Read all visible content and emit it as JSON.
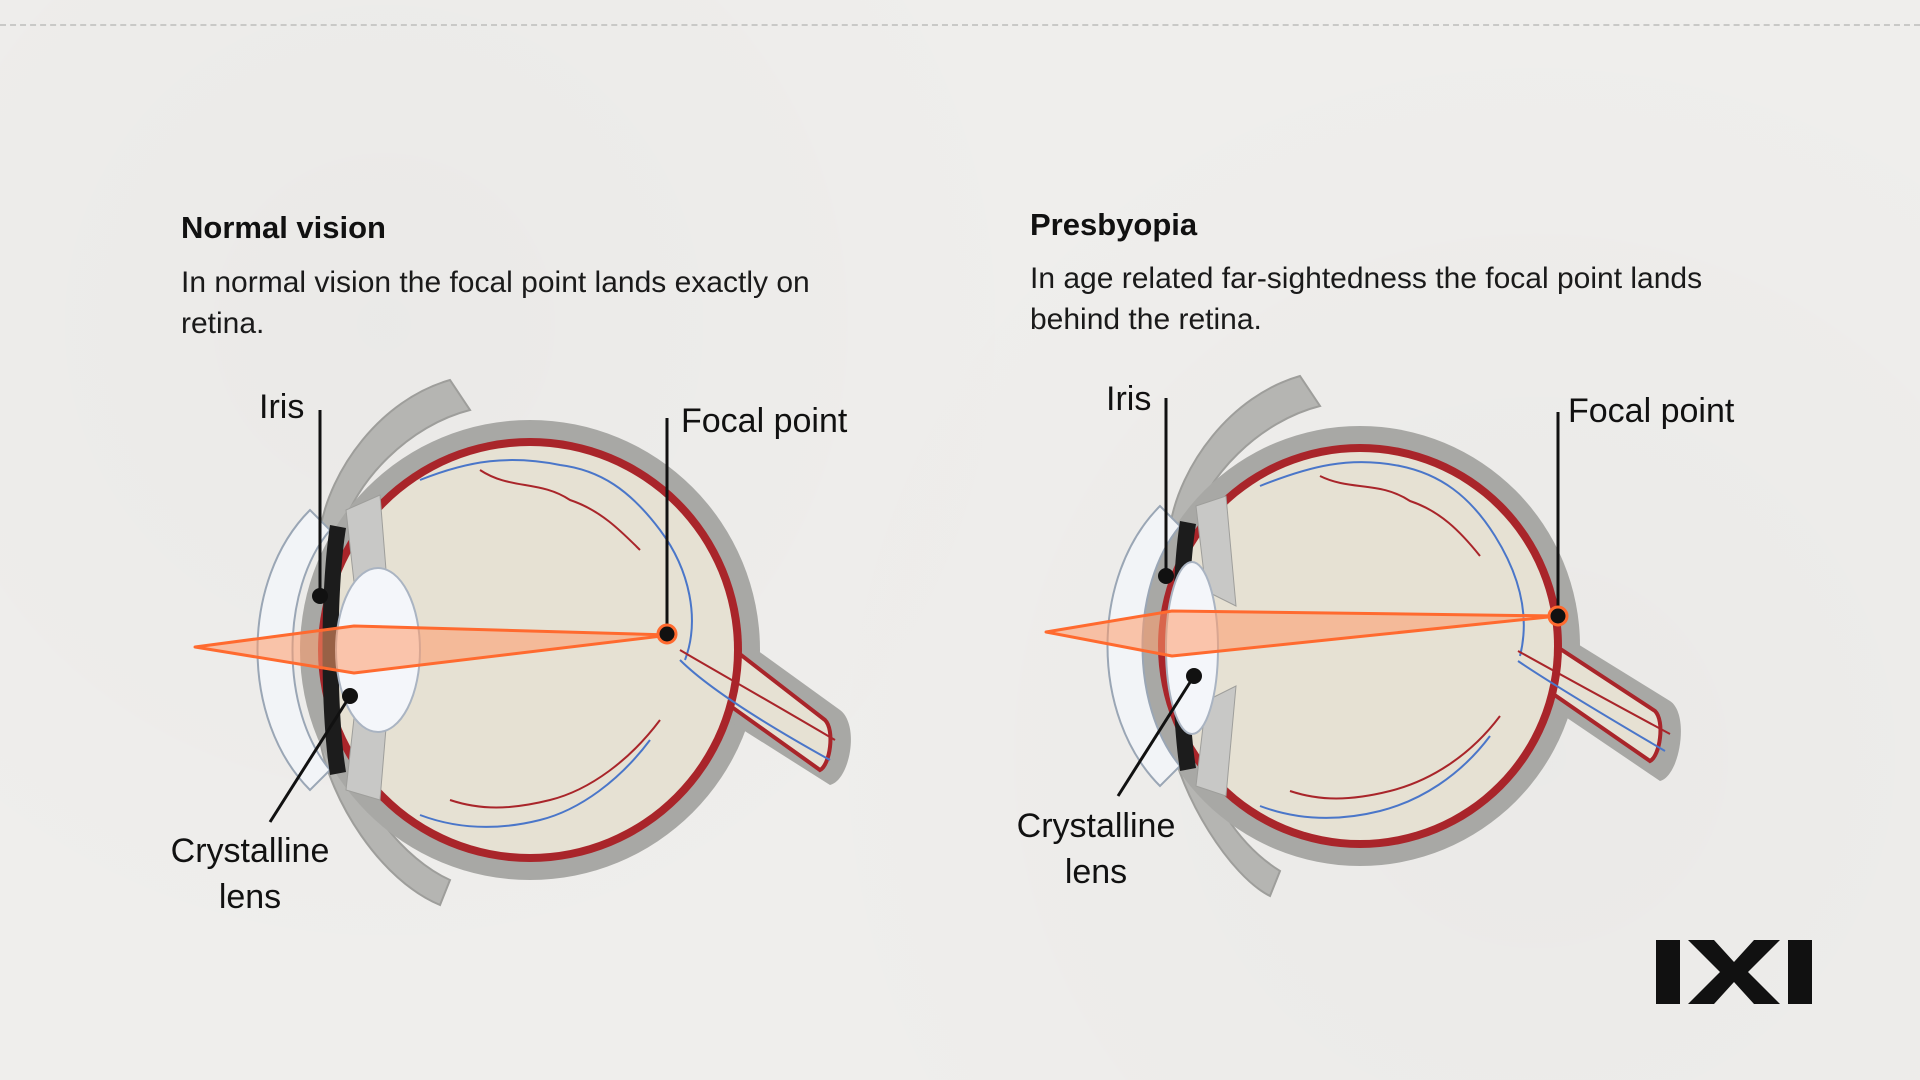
{
  "panels": [
    {
      "title": "Normal vision",
      "description": "In normal vision the focal point lands exactly on retina.",
      "labels": {
        "iris": "Iris",
        "focal_point": "Focal point",
        "lens_line1": "Crystalline",
        "lens_line2": "lens"
      }
    },
    {
      "title": "Presbyopia",
      "description": "In age related far-sightedness the focal point lands behind the retina.",
      "labels": {
        "iris": "Iris",
        "focal_point": "Focal point",
        "lens_line1": "Crystalline",
        "lens_line2": "lens"
      }
    }
  ],
  "colors": {
    "sclera": "#e6e1d3",
    "choroid": "#a9252a",
    "outer_shell": "#a8a8a5",
    "vein": "#4a76c9",
    "artery": "#a9252a",
    "ray": "#ff6a2f",
    "ray_fill": "#ff9a6a"
  },
  "logo": {
    "icon": "ixi-logo-icon"
  }
}
